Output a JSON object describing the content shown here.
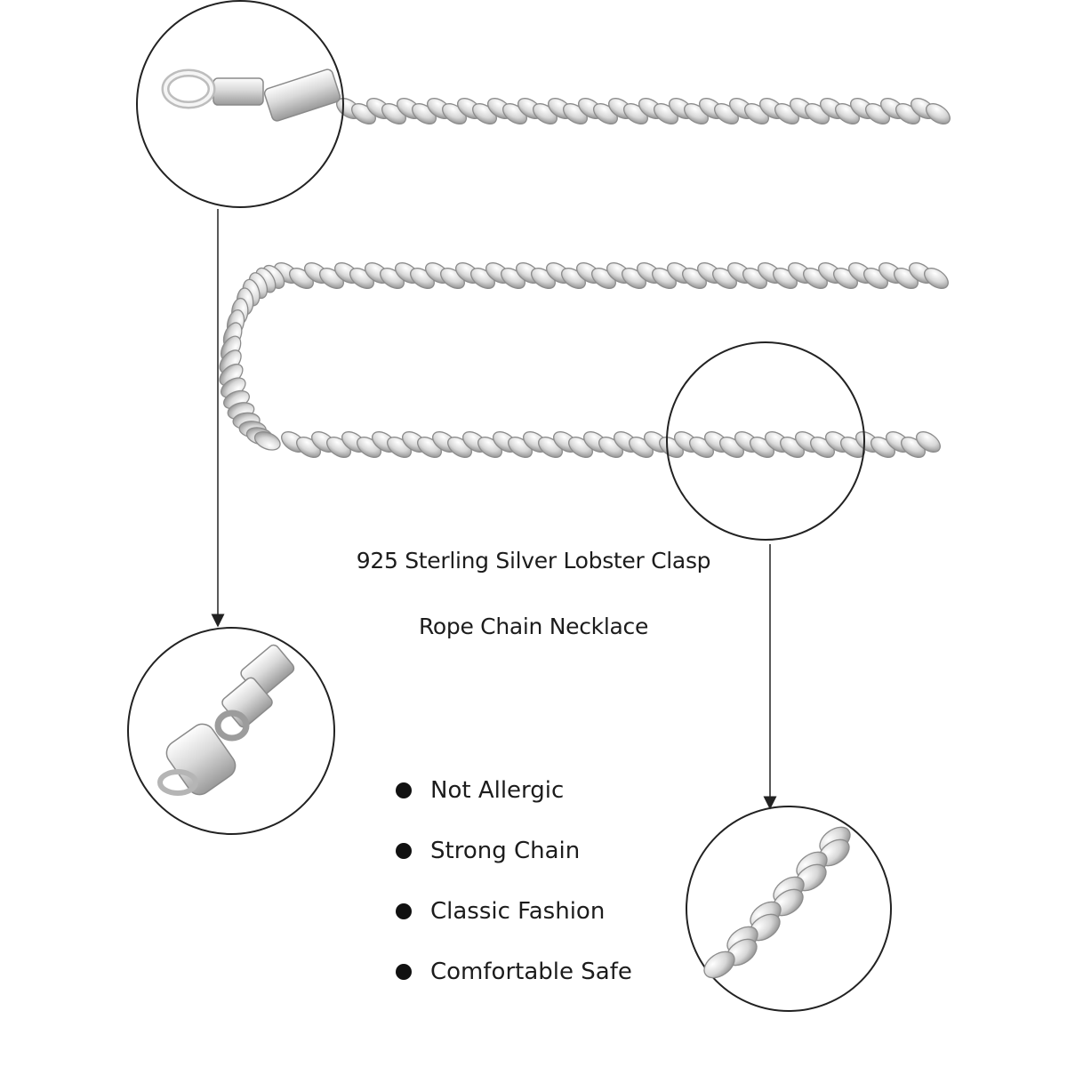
{
  "product": {
    "title_line1": "925 Sterling Silver Lobster Clasp",
    "title_line2": "Rope Chain Necklace"
  },
  "features": [
    "Not Allergic",
    "Strong Chain",
    "Classic Fashion",
    "Comfortable Safe"
  ],
  "colors": {
    "background": "#ffffff",
    "silver_light": "#f4f4f4",
    "silver_mid": "#c9c9c9",
    "silver_dark": "#8f8f8f",
    "line": "#222222"
  }
}
